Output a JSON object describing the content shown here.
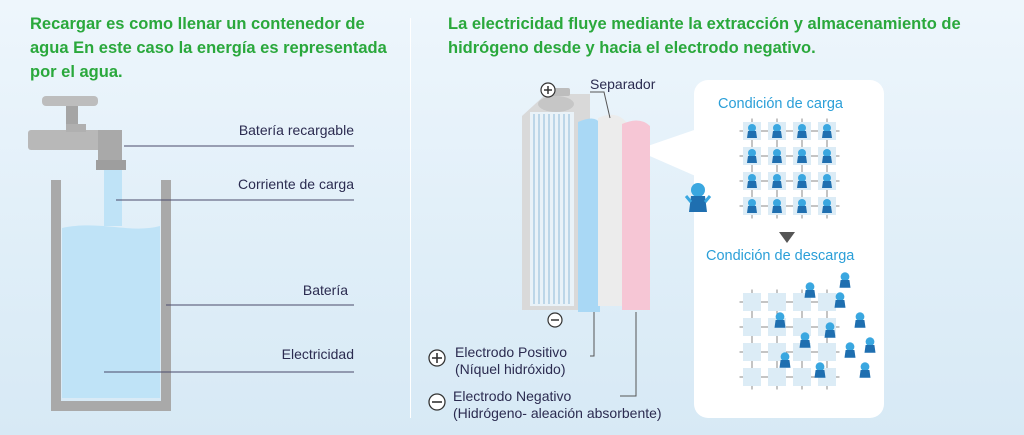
{
  "left": {
    "title": "Recargar es como llenar un contenedor de agua En este caso la energía es representada por el agua.",
    "labels": {
      "rechargeable_battery": "Batería recargable",
      "charge_current": "Corriente de carga",
      "battery": "Batería",
      "electricity": "Electricidad"
    }
  },
  "right": {
    "title": "La electricidad fluye mediante la extracción y almacenamiento de hidrógeno desde y hacia el electrodo negativo.",
    "separator": "Separador",
    "positive_electrode": "Electrodo Positivo",
    "positive_material": "(Níquel hidróxido)",
    "negative_electrode": "Electrodo Negativo",
    "negative_material": "(Hidrógeno- aleación absorbente)",
    "charge_condition": "Condición de carga",
    "discharge_condition": "Condición de descarga",
    "plus_symbol": "+",
    "minus_symbol": "−"
  },
  "colors": {
    "headline": "#2aa83c",
    "water": "#bfe3f7",
    "positive": "#a9d8f5",
    "negative": "#f6c6d5",
    "separator": "#ececec",
    "mascot": "#3aa7e0",
    "label_text": "#2b2b50",
    "condition_text": "#2b9fd8"
  }
}
